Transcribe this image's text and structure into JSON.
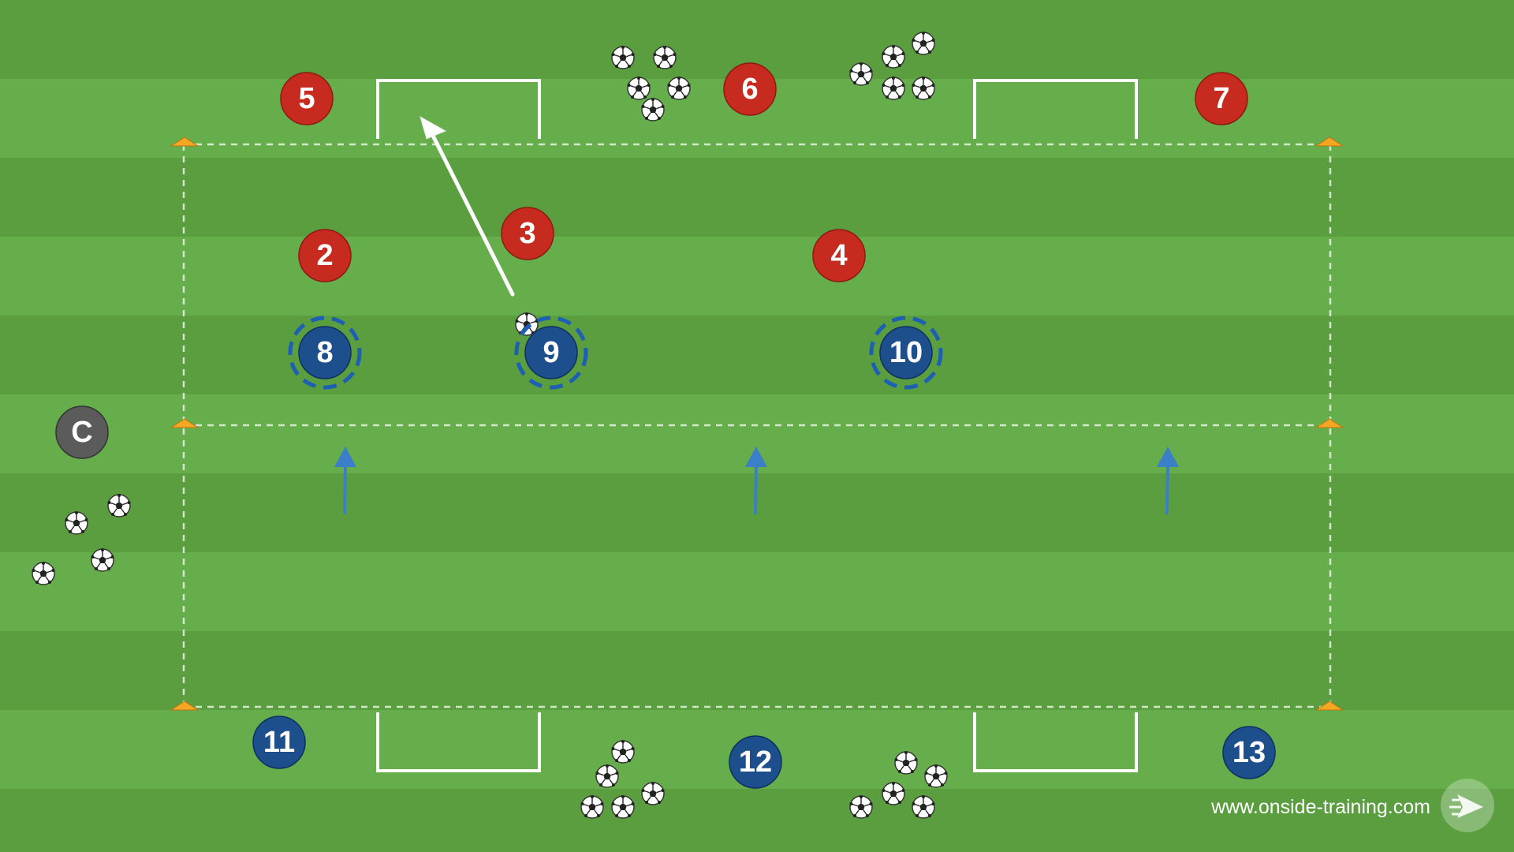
{
  "colors": {
    "grass_dark": "#5a9e40",
    "grass_light": "#66ad4c",
    "line_white": "#ffffff",
    "team_red": "#c72a1e",
    "team_blue": "#1c4f8c",
    "coach_gray": "#5b5b5b",
    "cone_orange": "#f5a623",
    "arrow_blue": "#3a7fc8"
  },
  "players": [
    {
      "label": "5",
      "team": "red"
    },
    {
      "label": "6",
      "team": "red"
    },
    {
      "label": "7",
      "team": "red"
    },
    {
      "label": "2",
      "team": "red"
    },
    {
      "label": "3",
      "team": "red"
    },
    {
      "label": "4",
      "team": "red"
    },
    {
      "label": "8",
      "team": "blue",
      "ringed": true
    },
    {
      "label": "9",
      "team": "blue",
      "ringed": true
    },
    {
      "label": "10",
      "team": "blue",
      "ringed": true
    },
    {
      "label": "11",
      "team": "blue"
    },
    {
      "label": "12",
      "team": "blue"
    },
    {
      "label": "13",
      "team": "blue"
    },
    {
      "label": "C",
      "team": "coach"
    }
  ],
  "mini_goals": [
    "top-left",
    "top-right",
    "bottom-left",
    "bottom-right"
  ],
  "ball_icon": "soccer-ball-icon",
  "cone_icon": "cone-icon",
  "logo_icon": "onside-training-logo-icon",
  "watermark": "www.onside-training.com"
}
